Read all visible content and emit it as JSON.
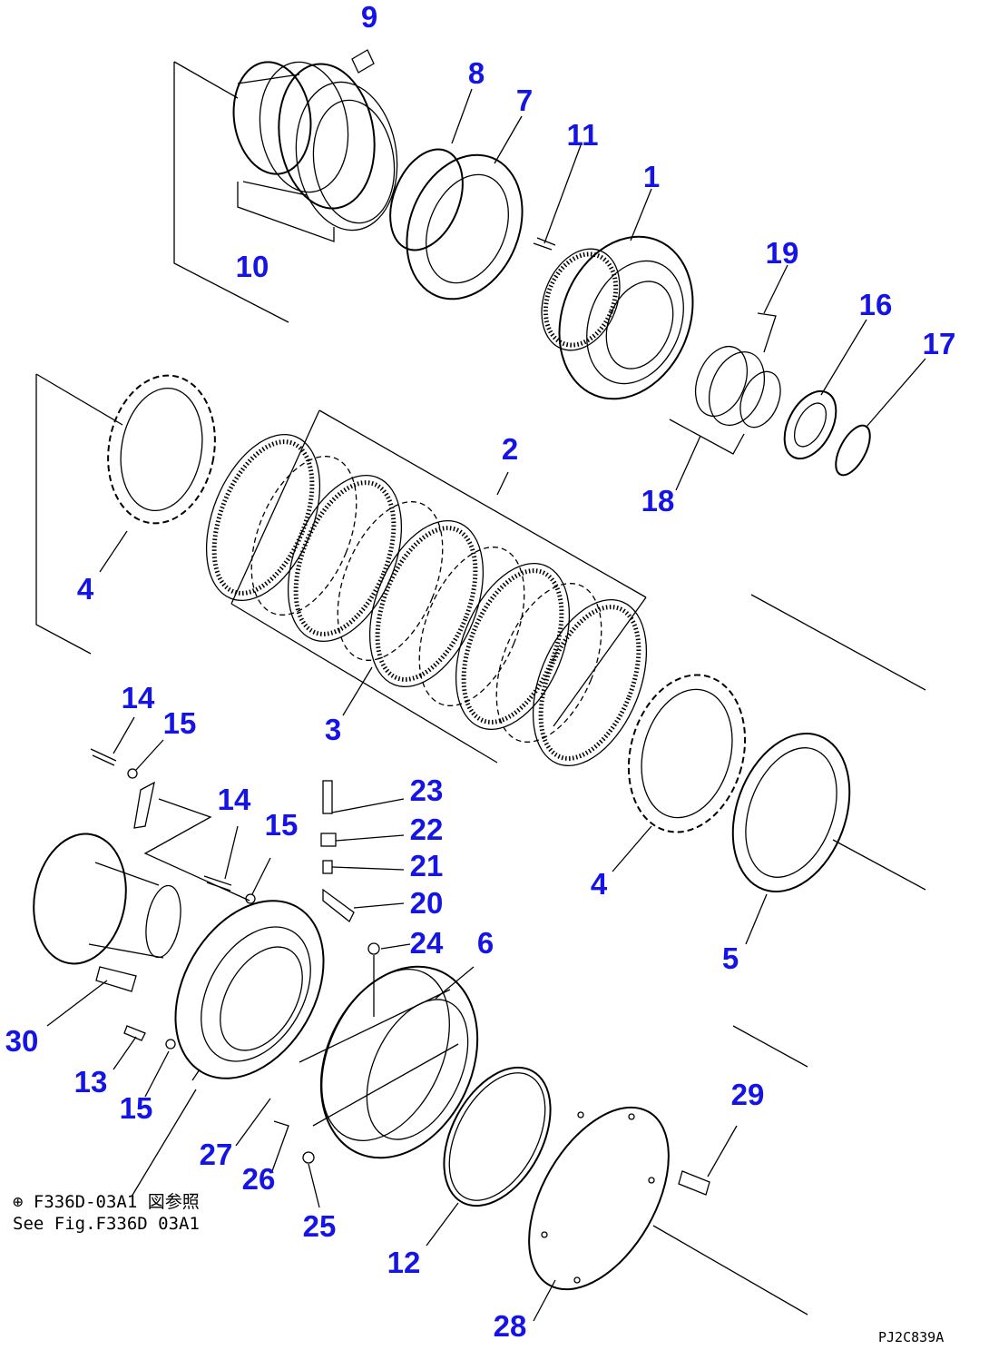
{
  "labels": {
    "p1": "1",
    "p2": "2",
    "p3": "3",
    "p4a": "4",
    "p4b": "4",
    "p5": "5",
    "p6": "6",
    "p7": "7",
    "p8": "8",
    "p9": "9",
    "p10": "10",
    "p11": "11",
    "p12": "12",
    "p13": "13",
    "p14a": "14",
    "p14b": "14",
    "p15a": "15",
    "p15b": "15",
    "p15c": "15",
    "p16": "16",
    "p17": "17",
    "p18": "18",
    "p19": "19",
    "p20": "20",
    "p21": "21",
    "p22": "22",
    "p23": "23",
    "p24": "24",
    "p25": "25",
    "p26": "26",
    "p27": "27",
    "p28": "28",
    "p29": "29",
    "p30": "30"
  },
  "reference_note": {
    "line1": "⊕ F336D-03A1 図参照",
    "line2": "See Fig.F336D 03A1"
  },
  "figure_code": "PJ2C839A",
  "colors": {
    "label": "#1414e6",
    "line": "#000000",
    "background": "#ffffff"
  }
}
